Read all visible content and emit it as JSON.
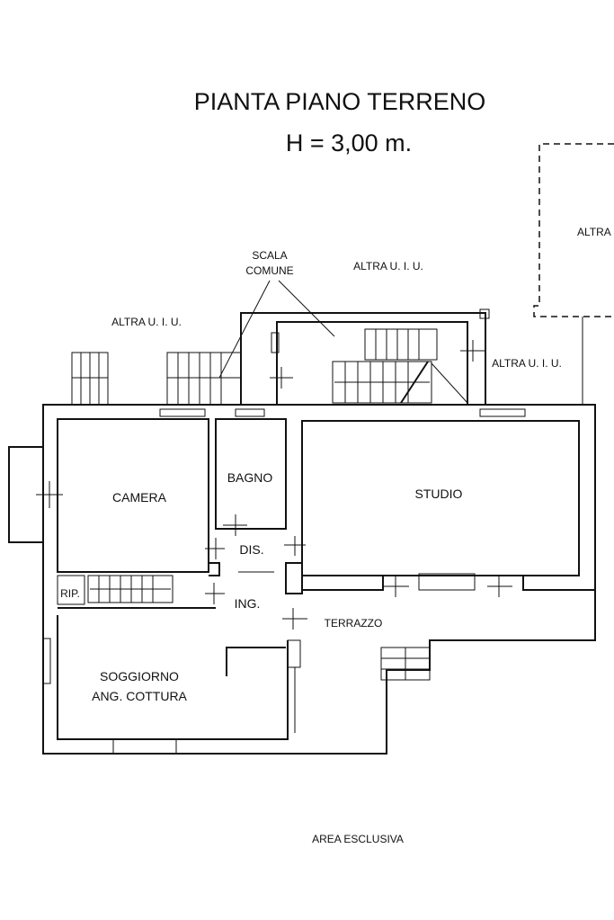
{
  "title": "PIANTA PIANO TERRENO",
  "height_label": "H = 3,00 m.",
  "labels": {
    "scala_comune_1": "SCALA",
    "scala_comune_2": "COMUNE",
    "altra_top": "ALTRA U. I. U.",
    "altra_left": "ALTRA U. I. U.",
    "altra_right": "ALTRA U. I. U.",
    "altra_cut": "ALTRA",
    "camera": "CAMERA",
    "bagno": "BAGNO",
    "studio": "STUDIO",
    "dis": "DIS.",
    "rip": "RIP.",
    "ing": "ING.",
    "terrazzo": "TERRAZZO",
    "soggiorno_1": "SOGGIORNO",
    "soggiorno_2": "ANG. COTTURA",
    "area": "AREA ESCLUSIVA"
  }
}
